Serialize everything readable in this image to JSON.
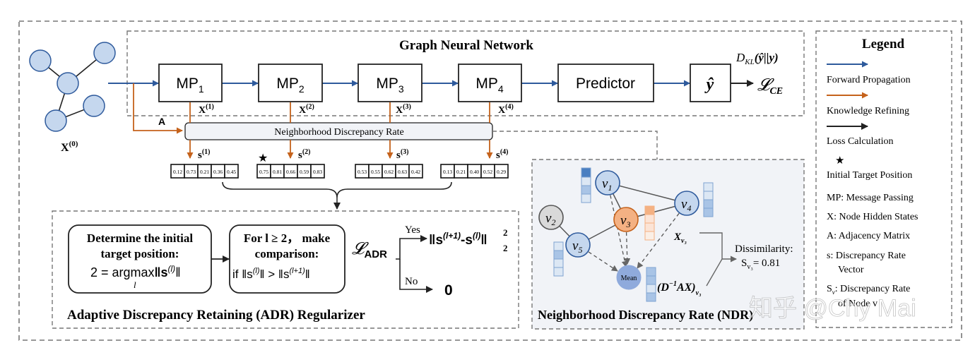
{
  "gnn": {
    "title": "Graph Neural Network",
    "x0_label": "X",
    "x0_sup": "(0)",
    "adj_label": "A",
    "mp_blocks": [
      {
        "name": "MP",
        "sub": "1",
        "x_label": "X",
        "x_sup": "(1)",
        "s_label": "s",
        "s_sup": "(1)",
        "values": [
          "0.12",
          "0.73",
          "0.21",
          "0.36",
          "0.45"
        ]
      },
      {
        "name": "MP",
        "sub": "2",
        "x_label": "X",
        "x_sup": "(2)",
        "s_label": "s",
        "s_sup": "(2)",
        "values": [
          "0.75",
          "0.81",
          "0.66",
          "0.59",
          "0.83"
        ]
      },
      {
        "name": "MP",
        "sub": "3",
        "x_label": "X",
        "x_sup": "(3)",
        "s_label": "s",
        "s_sup": "(3)",
        "values": [
          "0.53",
          "0.55",
          "0.62",
          "0.63",
          "0.42"
        ]
      },
      {
        "name": "MP",
        "sub": "4",
        "x_label": "X",
        "x_sup": "(4)",
        "s_label": "s",
        "s_sup": "(4)",
        "values": [
          "0.13",
          "0.21",
          "0.40",
          "0.52",
          "0.29"
        ]
      }
    ],
    "predictor": "Predictor",
    "yhat": "ŷ",
    "loss": "𝓛",
    "loss_sub": "CE",
    "kl": "D",
    "kl_sub": "KL",
    "kl_args": "(ŷ||y)",
    "ndr_bar": "Neighborhood Discrepancy Rate",
    "star": "★"
  },
  "adr": {
    "title": "Adaptive Discrepancy Retaining (ADR) Regularizer",
    "box1_line1": "Determine the initial",
    "box1_line2": "target position:",
    "box1_eq_left": "2 = argmax",
    "box1_eq_under": "l",
    "box1_eq_norm": "‖s",
    "box1_eq_sup": "(l)",
    "box1_eq_close": "‖",
    "box2_line1": "For l ≥ 2， make",
    "box2_line2": "comparison:",
    "box2_eq": "if ‖s",
    "box2_sup1": "(l)",
    "box2_mid": "‖ > ‖s",
    "box2_sup2": "(l+1)",
    "box2_close": "‖",
    "loss": "𝓛",
    "loss_sub": "ADR",
    "yes": "Yes",
    "no": "No",
    "yes_eq": "‖s",
    "yes_sup1": "(l+1)",
    "yes_mid": "-s",
    "yes_sup2": "(l)",
    "yes_close": "‖",
    "yes_pow": "2",
    "yes_sub": "2",
    "no_result": "0"
  },
  "ndr": {
    "title": "Neighborhood Discrepancy Rate (NDR)",
    "nodes": [
      {
        "v": "v",
        "sub": "1"
      },
      {
        "v": "v",
        "sub": "2"
      },
      {
        "v": "v",
        "sub": "3"
      },
      {
        "v": "v",
        "sub": "4"
      },
      {
        "v": "v",
        "sub": "5"
      }
    ],
    "mean": "Mean",
    "xv3": "X",
    "xv3_sub": "v₃",
    "dax": "(D",
    "dax_sup": "−1",
    "dax_rest": "AX)",
    "dax_sub": "v₃",
    "dissimilarity": "Dissimilarity:",
    "sv3": "S",
    "sv3_sub": "v₃",
    "sv3_value": "= 0.81"
  },
  "legend": {
    "title": "Legend",
    "items": [
      {
        "text": "Forward Propagation",
        "kind": "blue-arrow"
      },
      {
        "text": "Knowledge Refining",
        "kind": "orange-arrow"
      },
      {
        "text": "Loss Calculation",
        "kind": "black-arrow"
      },
      {
        "text": "Initial Target Position",
        "kind": "star"
      },
      {
        "text": "MP: Message Passing"
      },
      {
        "text": "X: Node Hidden States"
      },
      {
        "text": "A: Adjacency Matrix"
      },
      {
        "text": "s: Discrepancy Rate",
        "text2": "Vector"
      },
      {
        "text": "S",
        "sub": "v",
        "text_rest": ": Discrepancy Rate",
        "text2": "of Node v"
      }
    ]
  },
  "watermark": "知乎 @Chy Mai",
  "colors": {
    "blue": "#2E5A9C",
    "orange": "#C5621B",
    "node_fill": "#C5D7EE",
    "node_orange": "#F4B183",
    "panel_bg": "#F1F3F7"
  }
}
